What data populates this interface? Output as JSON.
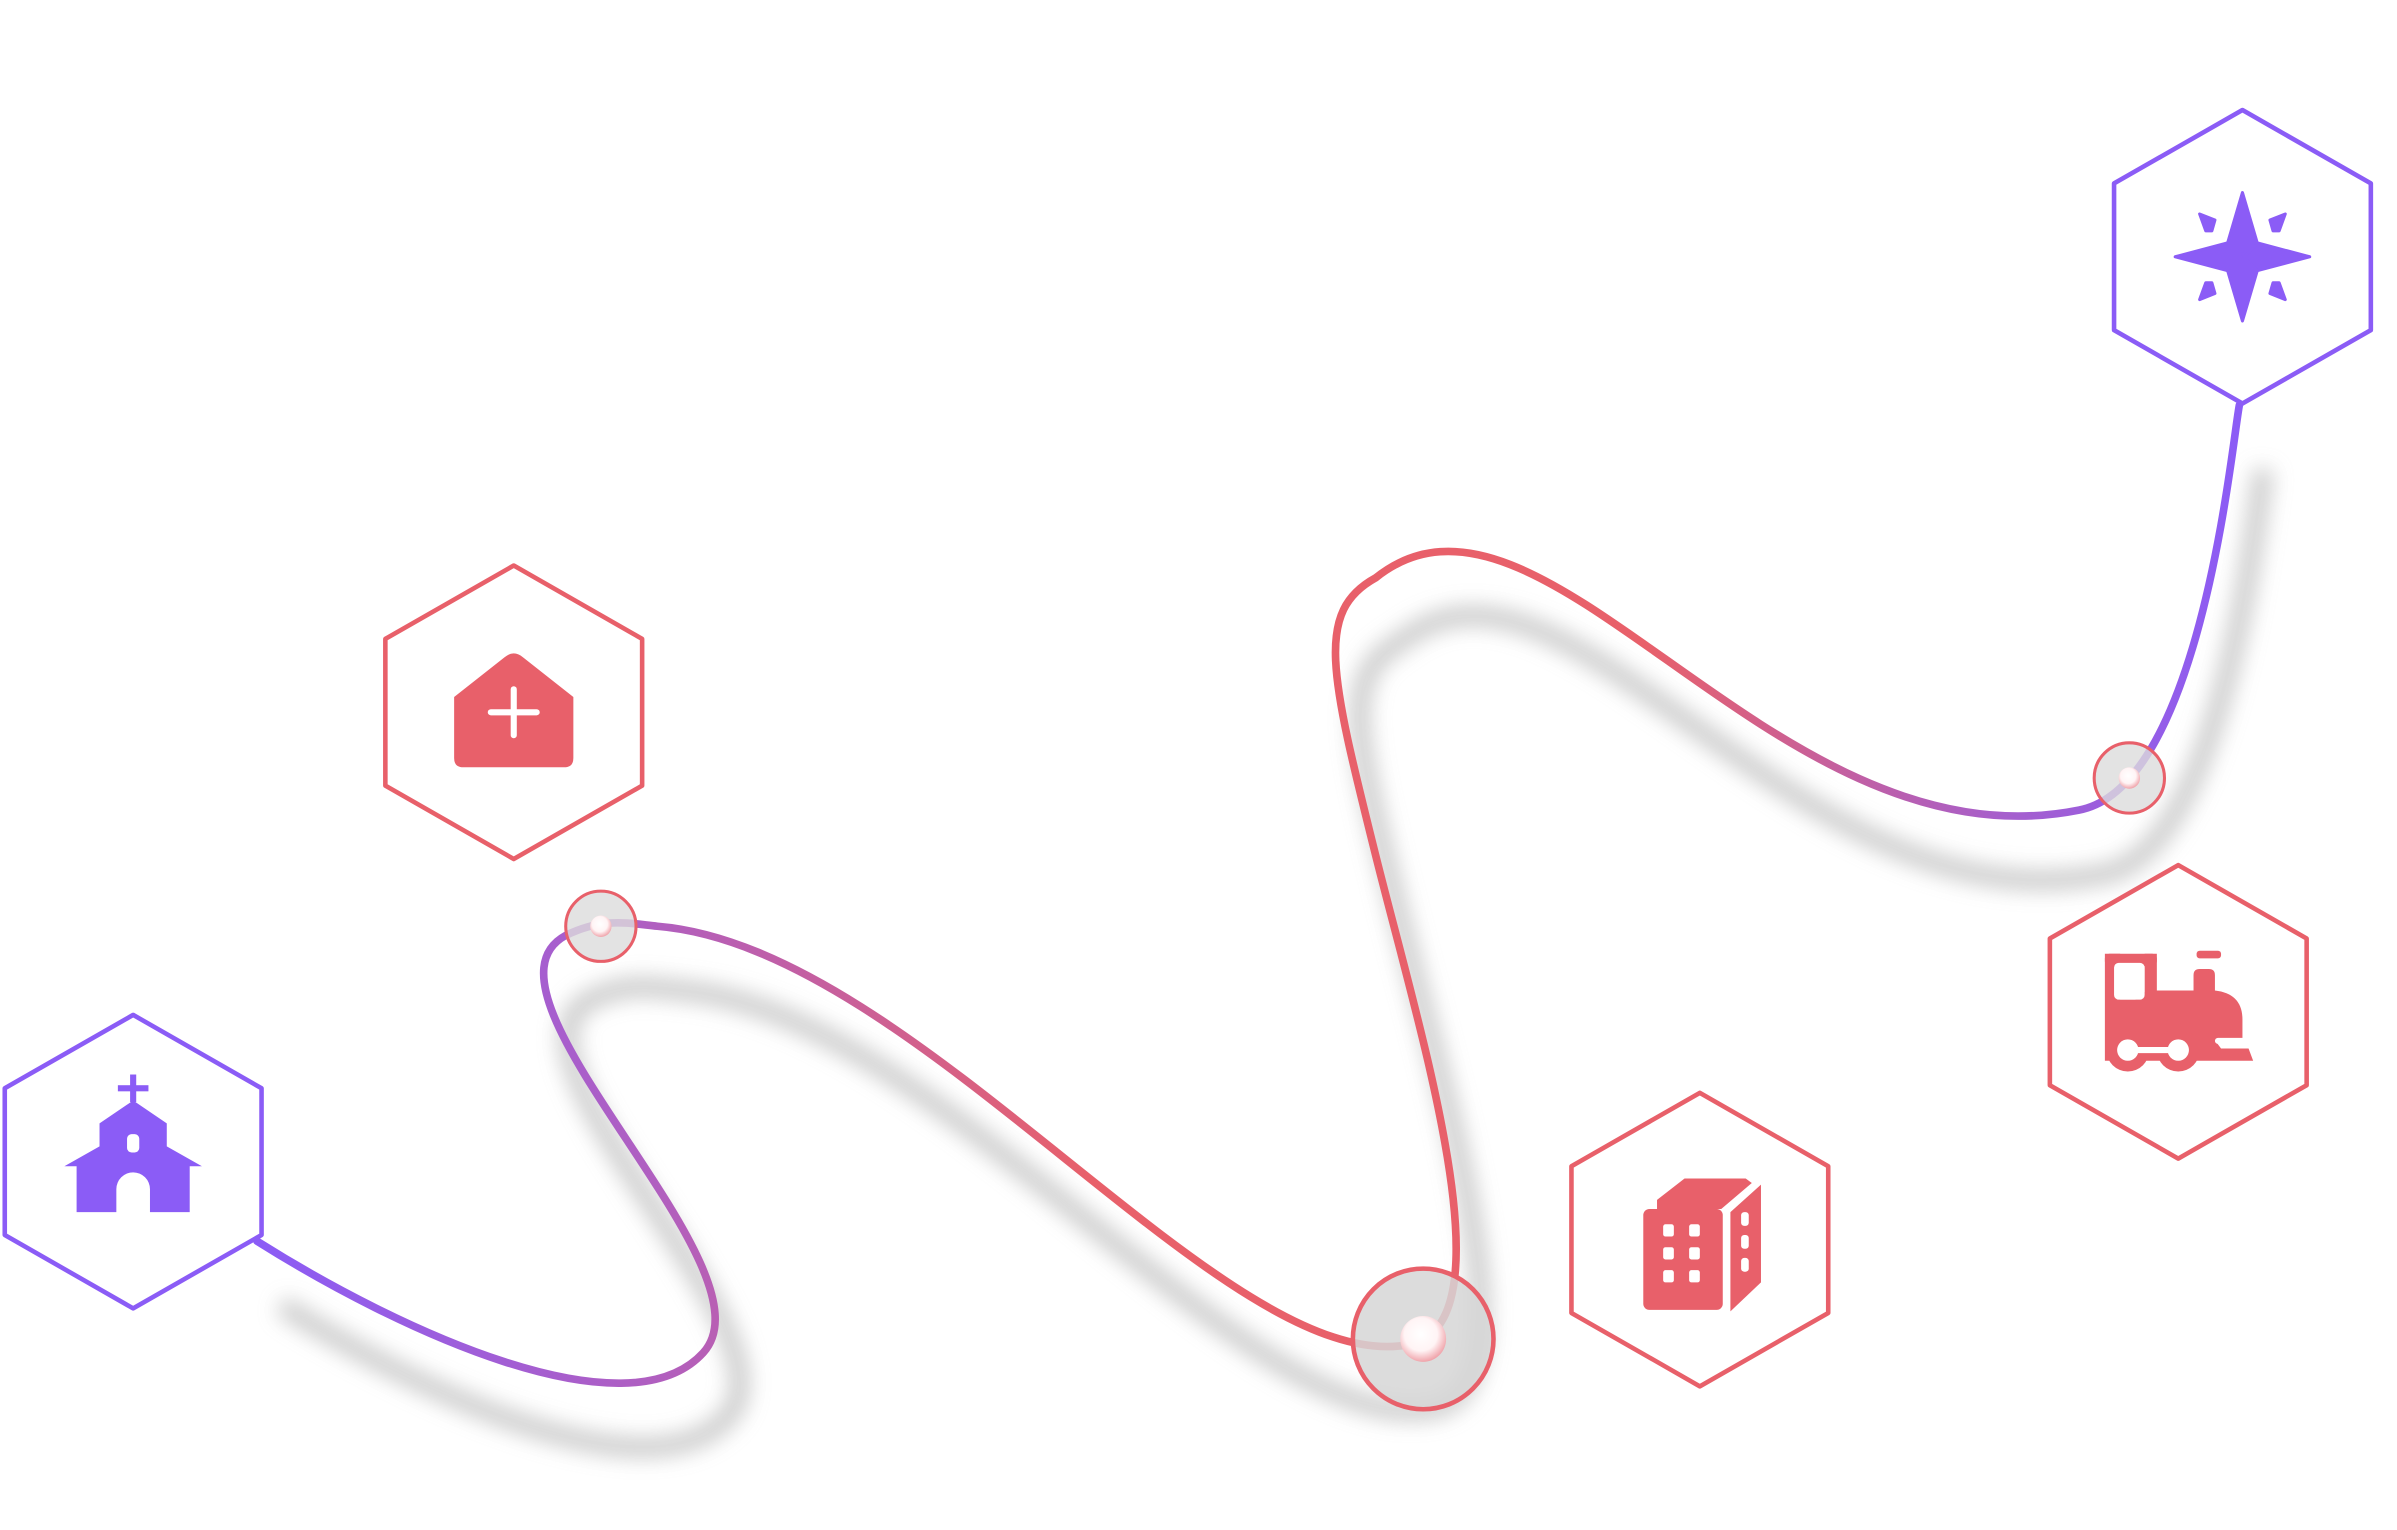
{
  "colors": {
    "purple": "#8b5cf6",
    "red": "#e8606a",
    "mid": "#b35fc2",
    "node_fill": "#dcdcdc",
    "shadow": "#9a9a9a"
  },
  "route": {
    "stops": [
      {
        "id": "church",
        "icon": "church-icon",
        "color": "#8b5cf6"
      },
      {
        "id": "hospital",
        "icon": "hospital-icon",
        "color": "#e8606a"
      },
      {
        "id": "building",
        "icon": "building-icon",
        "color": "#e8606a"
      },
      {
        "id": "train",
        "icon": "train-icon",
        "color": "#e8606a"
      },
      {
        "id": "compass",
        "icon": "compass-star-icon",
        "color": "#8b5cf6"
      }
    ],
    "waypoints": [
      "small-node",
      "large-node",
      "small-node"
    ]
  }
}
